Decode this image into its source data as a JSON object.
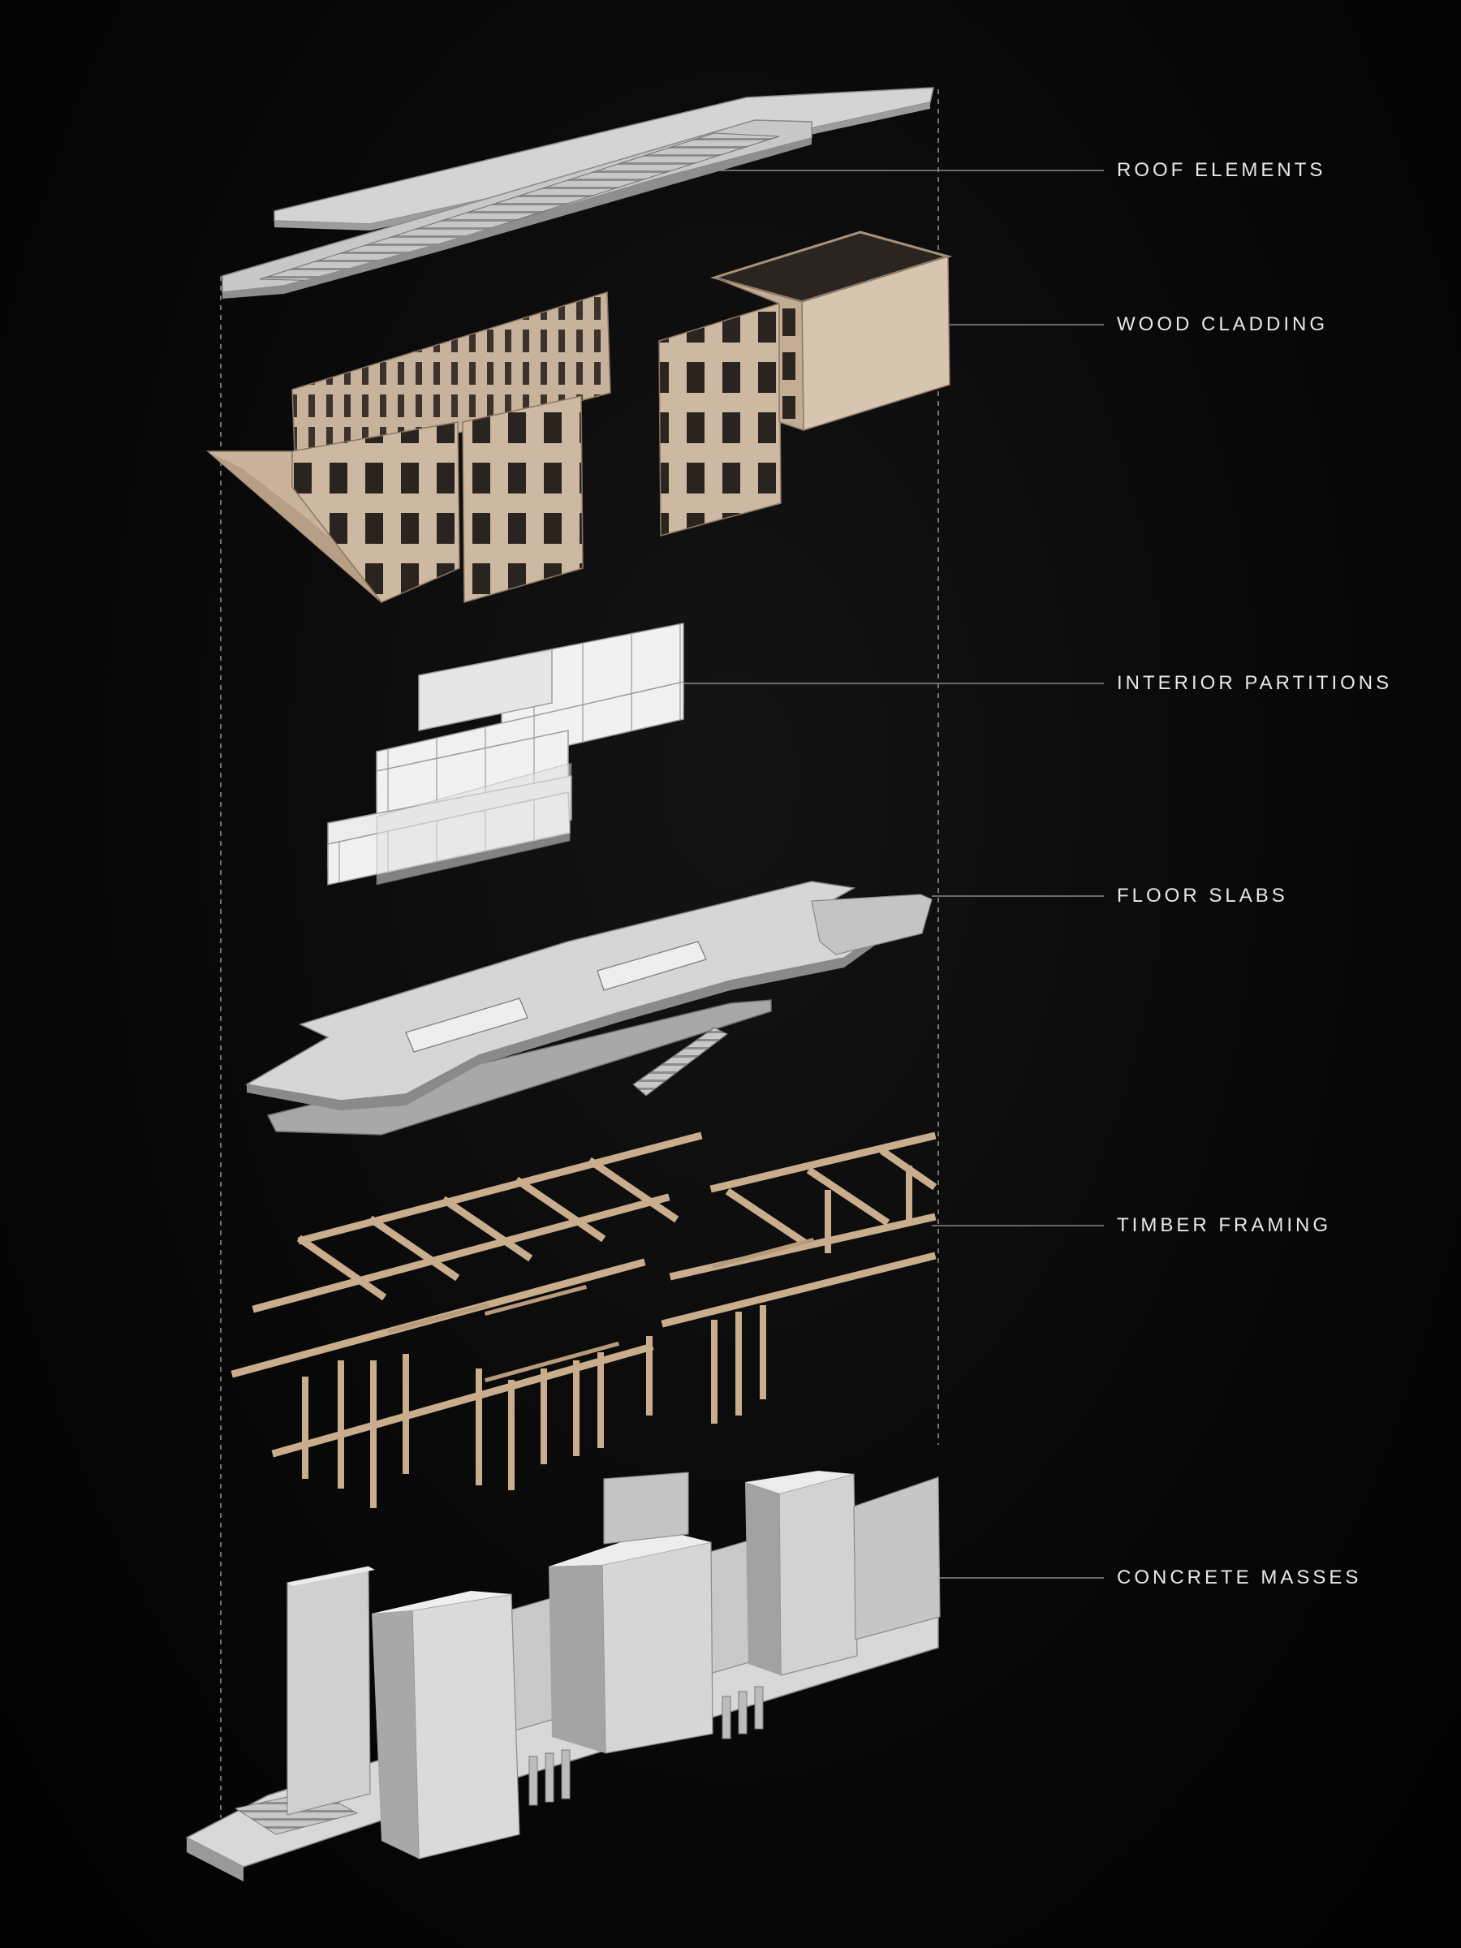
{
  "layers": [
    {
      "id": "roof",
      "label": "ROOF ELEMENTS"
    },
    {
      "id": "cladding",
      "label": "WOOD CLADDING"
    },
    {
      "id": "partitions",
      "label": "INTERIOR PARTITIONS"
    },
    {
      "id": "slabs",
      "label": "FLOOR SLABS"
    },
    {
      "id": "framing",
      "label": "TIMBER FRAMING"
    },
    {
      "id": "concrete",
      "label": "CONCRETE MASSES"
    }
  ],
  "colors": {
    "background": "#050505",
    "label_text": "#e8e8e8",
    "leader_line": "#8a8a8a",
    "concrete_light": "#d9d9d9",
    "concrete_mid": "#bdbdbd",
    "concrete_dark": "#9a9a9a",
    "wood_light": "#d8c8b4",
    "wood_mid": "#c2ad94",
    "wood_dark": "#a8917a",
    "partition_light": "#f4f4f4",
    "partition_dark": "#cfcfcf",
    "timber": "#c9ad8c"
  }
}
